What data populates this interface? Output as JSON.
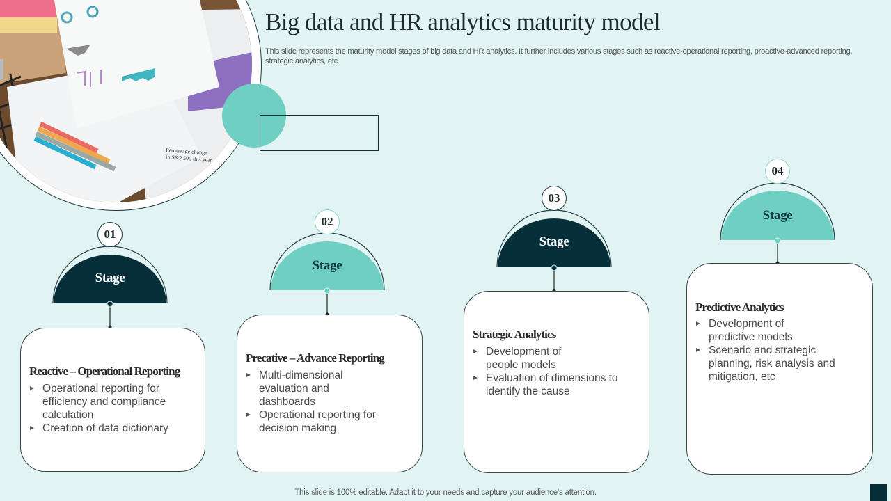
{
  "slide": {
    "title": "Big data and HR analytics maturity model",
    "subtitle": "This slide represents the maturity model stages of big data and HR analytics. It further includes various stages such as reactive-operational reporting, proactive-advanced reporting, strategic analytics, etc",
    "footer": "This slide is 100% editable. Adapt it to your needs and capture your audience's attention."
  },
  "colors": {
    "background": "#e1f4f3",
    "dark": "#062f3a",
    "teal": "#6fcfc3",
    "text_dark": "#1f2a2c"
  },
  "image": {
    "description": "Photo of business papers with charts on a desk",
    "caption_text": "Percentage change in S&P 500 this year"
  },
  "stages": [
    {
      "number": "01",
      "label": "Stage",
      "style": "dark",
      "title": "Reactive – Operational Reporting",
      "bullets": [
        "Operational reporting for efficiency and compliance calculation",
        "Creation of data dictionary"
      ]
    },
    {
      "number": "02",
      "label": "Stage",
      "style": "teal",
      "title": "Precative – Advance Reporting",
      "bullets": [
        "Multi-dimensional evaluation and dashboards",
        "Operational reporting for decision making"
      ]
    },
    {
      "number": "03",
      "label": "Stage",
      "style": "dark",
      "title": "Strategic Analytics",
      "bullets": [
        "Development of people models",
        "Evaluation of dimensions to identify the cause"
      ]
    },
    {
      "number": "04",
      "label": "Stage",
      "style": "teal",
      "title": "Predictive Analytics",
      "bullets": [
        "Development of predictive models",
        "Scenario and strategic planning, risk analysis and mitigation, etc"
      ]
    }
  ]
}
